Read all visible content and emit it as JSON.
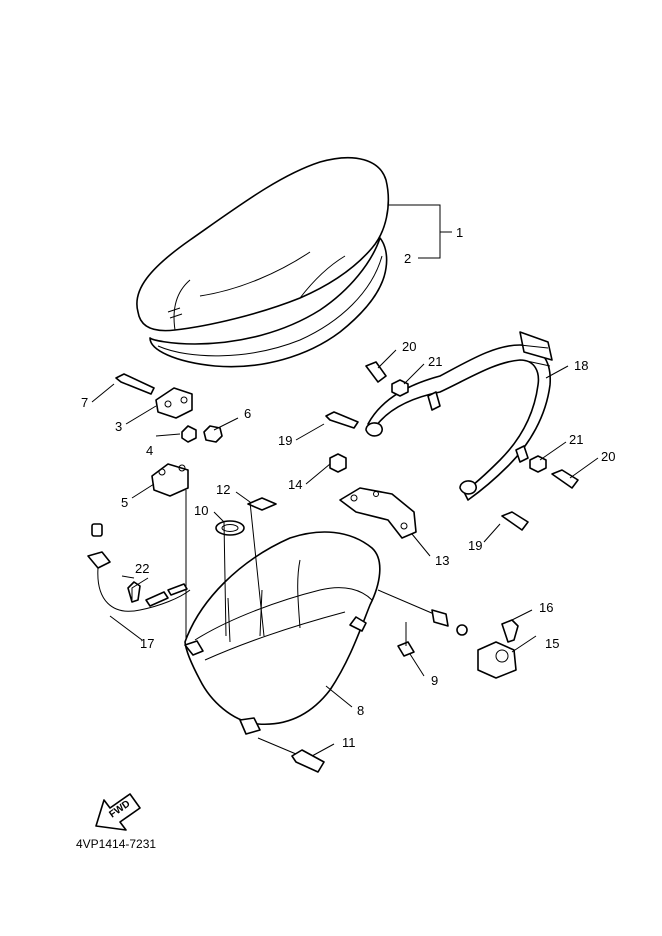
{
  "callouts": [
    "1",
    "2",
    "3",
    "4",
    "5",
    "6",
    "7",
    "8",
    "9",
    "10",
    "11",
    "12",
    "13",
    "14",
    "15",
    "16",
    "17",
    "18",
    "19",
    "20",
    "21",
    "22"
  ],
  "callout_19_second": "19",
  "callout_20_second": "20",
  "callout_21_second": "21",
  "fwd_label": "FWD",
  "diagram_code": "4VP1414-7231",
  "colors": {
    "line": "#000000",
    "background": "#ffffff"
  }
}
